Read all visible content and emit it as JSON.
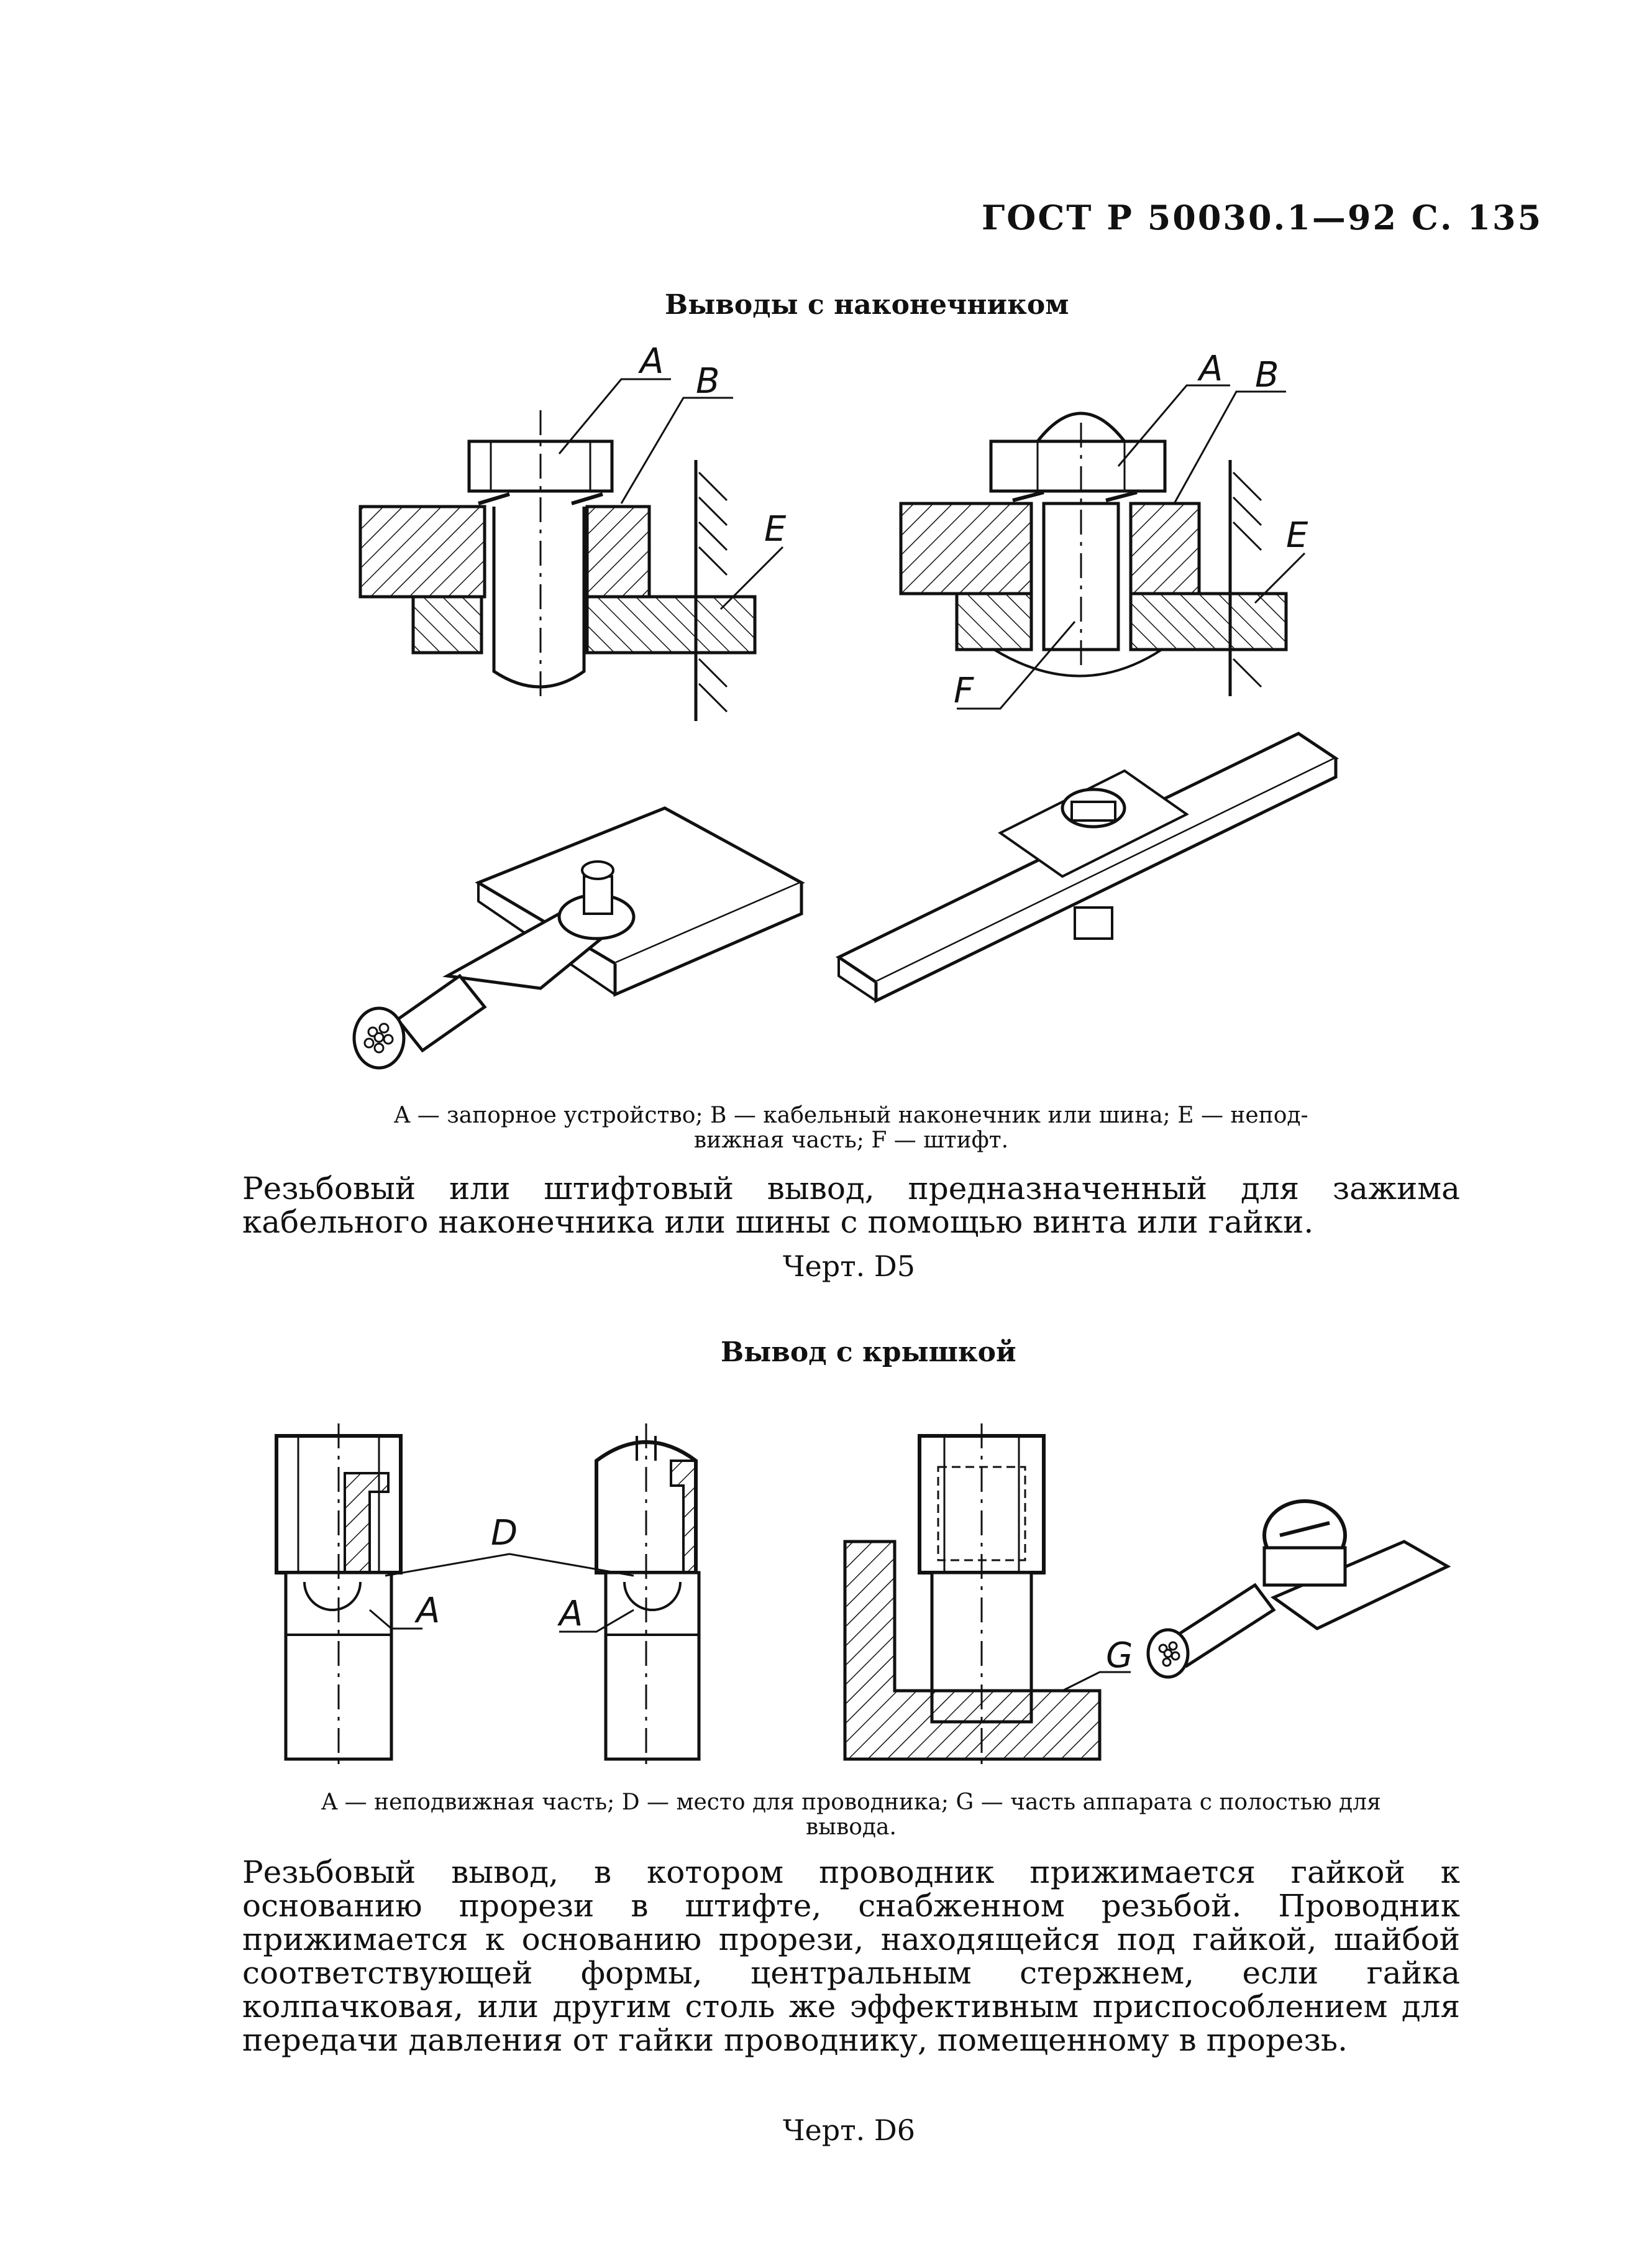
{
  "header": {
    "text": "ГОСТ  Р  50030.1—92  С.  135"
  },
  "section1": {
    "title": "Выводы с наконечником",
    "figure_labels": {
      "a": "A",
      "b": "B",
      "e": "E",
      "f": "F"
    },
    "caption_line1": "A — запорное устройство; B — кабельный наконечник или шина; E — непод-",
    "caption_line2": "вижная часть; F — штифт.",
    "paragraph": "Резьбовый или штифтовый вывод, предназначенный для зажима кабельного наконечника или шины с помощью винта или гайки.",
    "drawing_title": "Черт. D5"
  },
  "section2": {
    "title": "Вывод с крышкой",
    "figure_labels": {
      "a": "A",
      "d": "D",
      "g": "G"
    },
    "caption_line1": "A — неподвижная часть; D — место для проводника; G — часть аппарата с полостью для",
    "caption_line2": "вывода.",
    "paragraph": "Резьбовый вывод, в котором проводник прижимается гайкой к основанию прорези в штифте, снабженном резьбой. Проводник прижимается к основанию прорези, находящейся под гайкой, шайбой соответствующей формы, центральным стержнем, если гайка колпачковая, или другим столь же эффективным приспособлением для передачи давления от гайки проводнику, помещенному в прорезь.",
    "drawing_title": "Черт. D6"
  }
}
